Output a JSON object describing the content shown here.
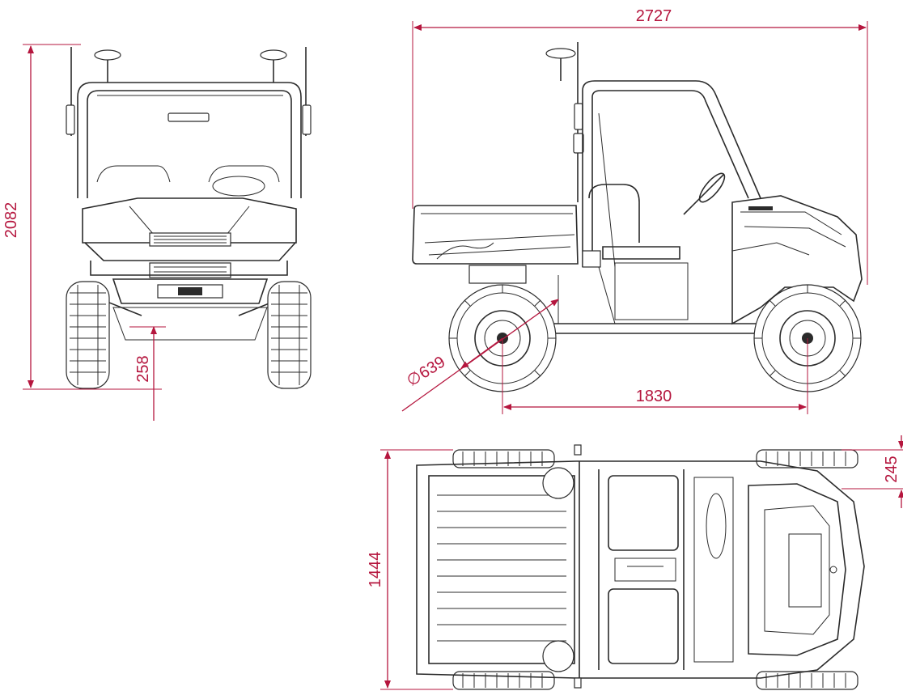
{
  "colors": {
    "dimension": "#b5163e",
    "drawing": "#2b2b2b",
    "background": "#ffffff"
  },
  "dimensions": {
    "overall_height": "2082",
    "ground_clearance": "258",
    "overall_length": "2727",
    "tire_diameter": "639",
    "tire_diameter_symbol": "∅",
    "wheelbase": "1830",
    "overall_width": "1444",
    "side_offset": "245"
  }
}
